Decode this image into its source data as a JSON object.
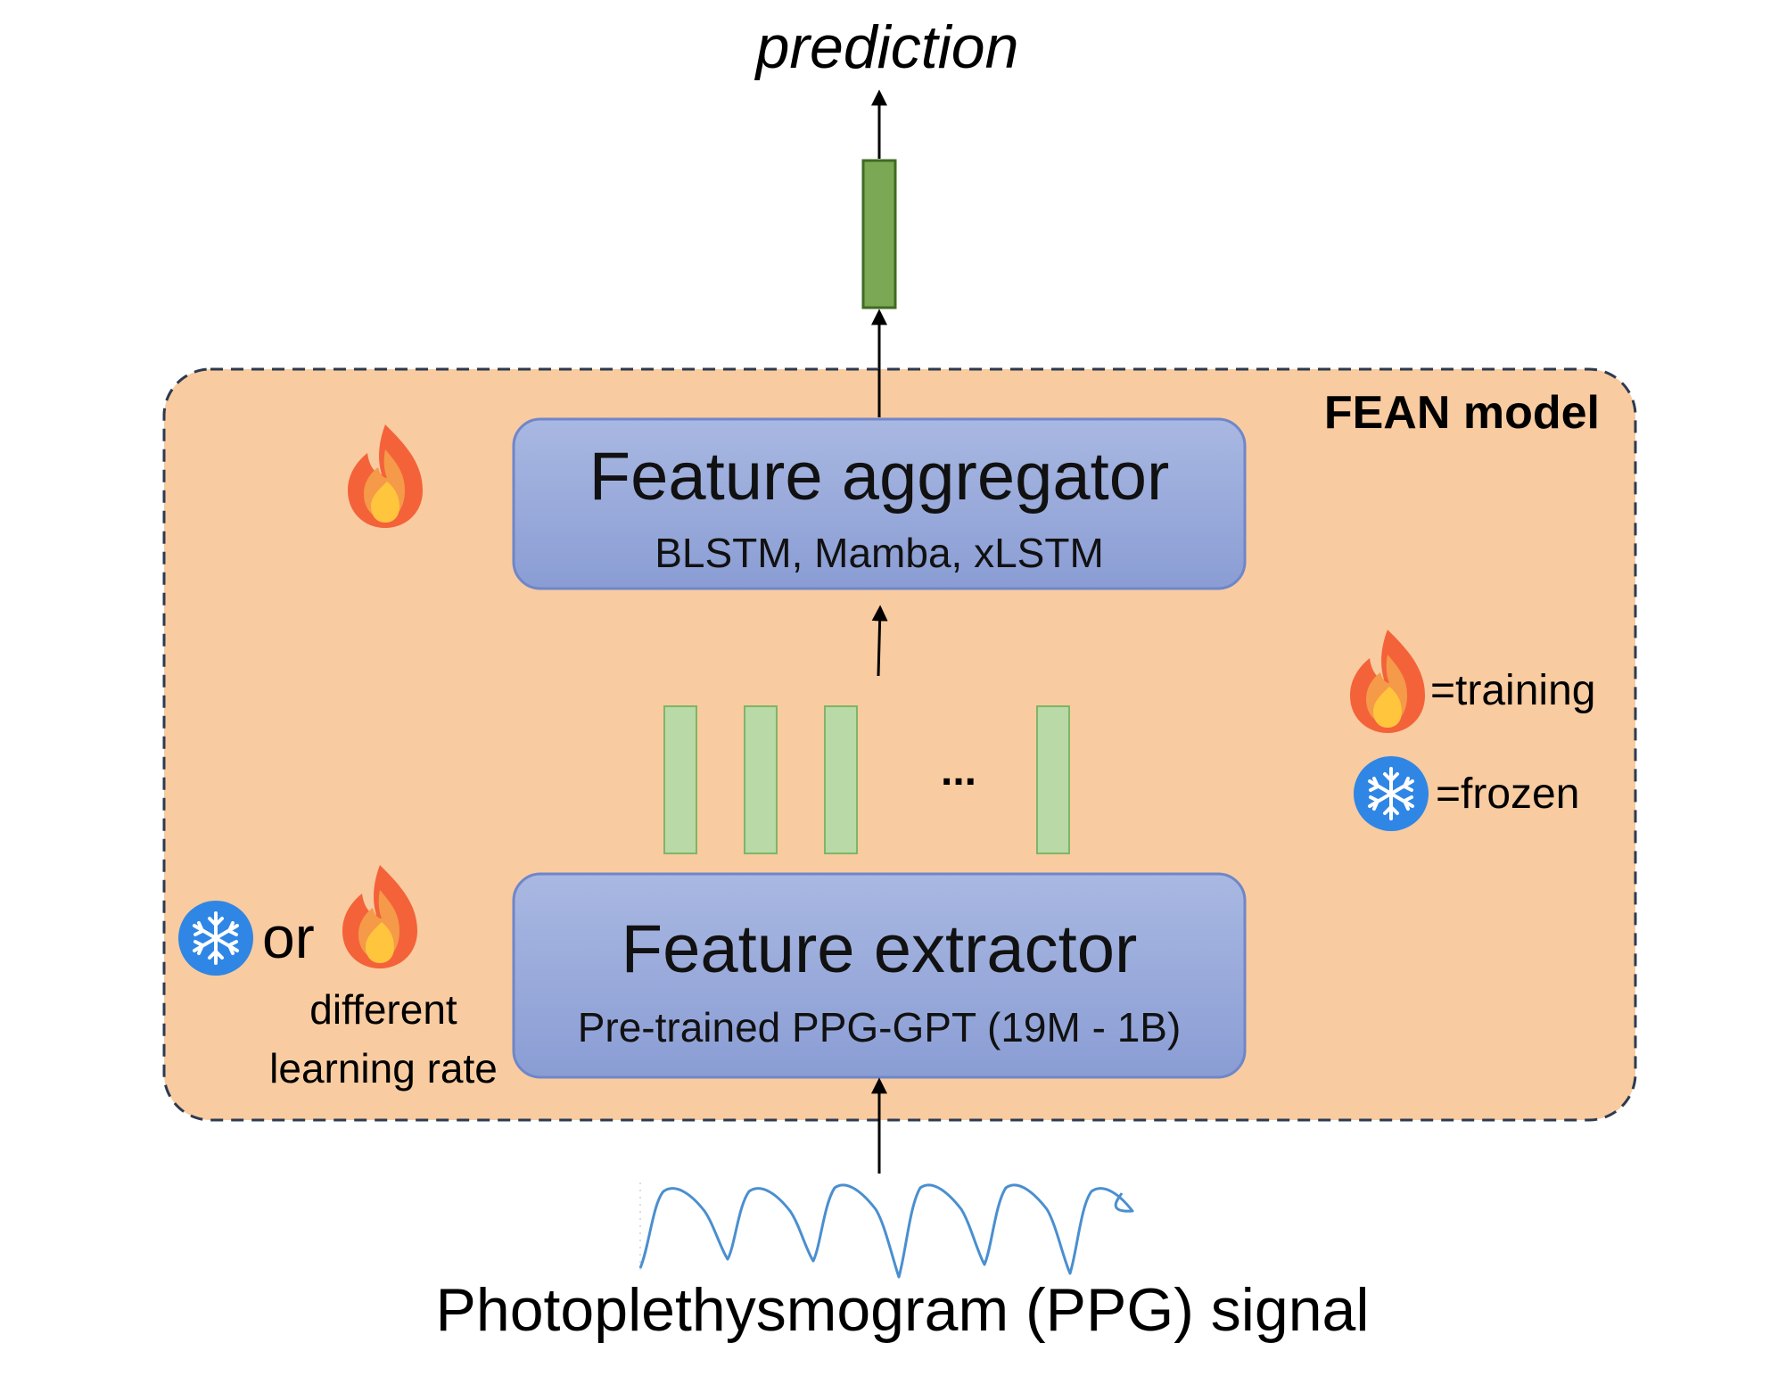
{
  "output_label": "prediction",
  "model_label": "FEAN model",
  "aggregator": {
    "title": "Feature aggregator",
    "subtitle": "BLSTM, Mamba, xLSTM"
  },
  "extractor": {
    "title": "Feature extractor",
    "subtitle": "Pre-trained PPG-GPT (19M - 1B)"
  },
  "feature_ellipsis": "...",
  "extractor_mode": {
    "or_label": "or",
    "note_line1": "different",
    "note_line2": "learning rate"
  },
  "legend": {
    "training": "=training",
    "frozen": "=frozen"
  },
  "input_label": "Photoplethysmogram (PPG) signal",
  "icons": {
    "training": "fire-icon",
    "frozen": "snowflake-icon"
  },
  "colors": {
    "model_region": "#F8CBA0",
    "block_fill": "#97A8DA",
    "block_stroke": "#6F86C9",
    "output_vector": "#7BA854",
    "feature_vector": "#B9D9A7",
    "signal": "#4A8FD0",
    "fire_outer": "#F4623A",
    "fire_inner": "#FFC53D",
    "snow_circle": "#2F86E5"
  }
}
